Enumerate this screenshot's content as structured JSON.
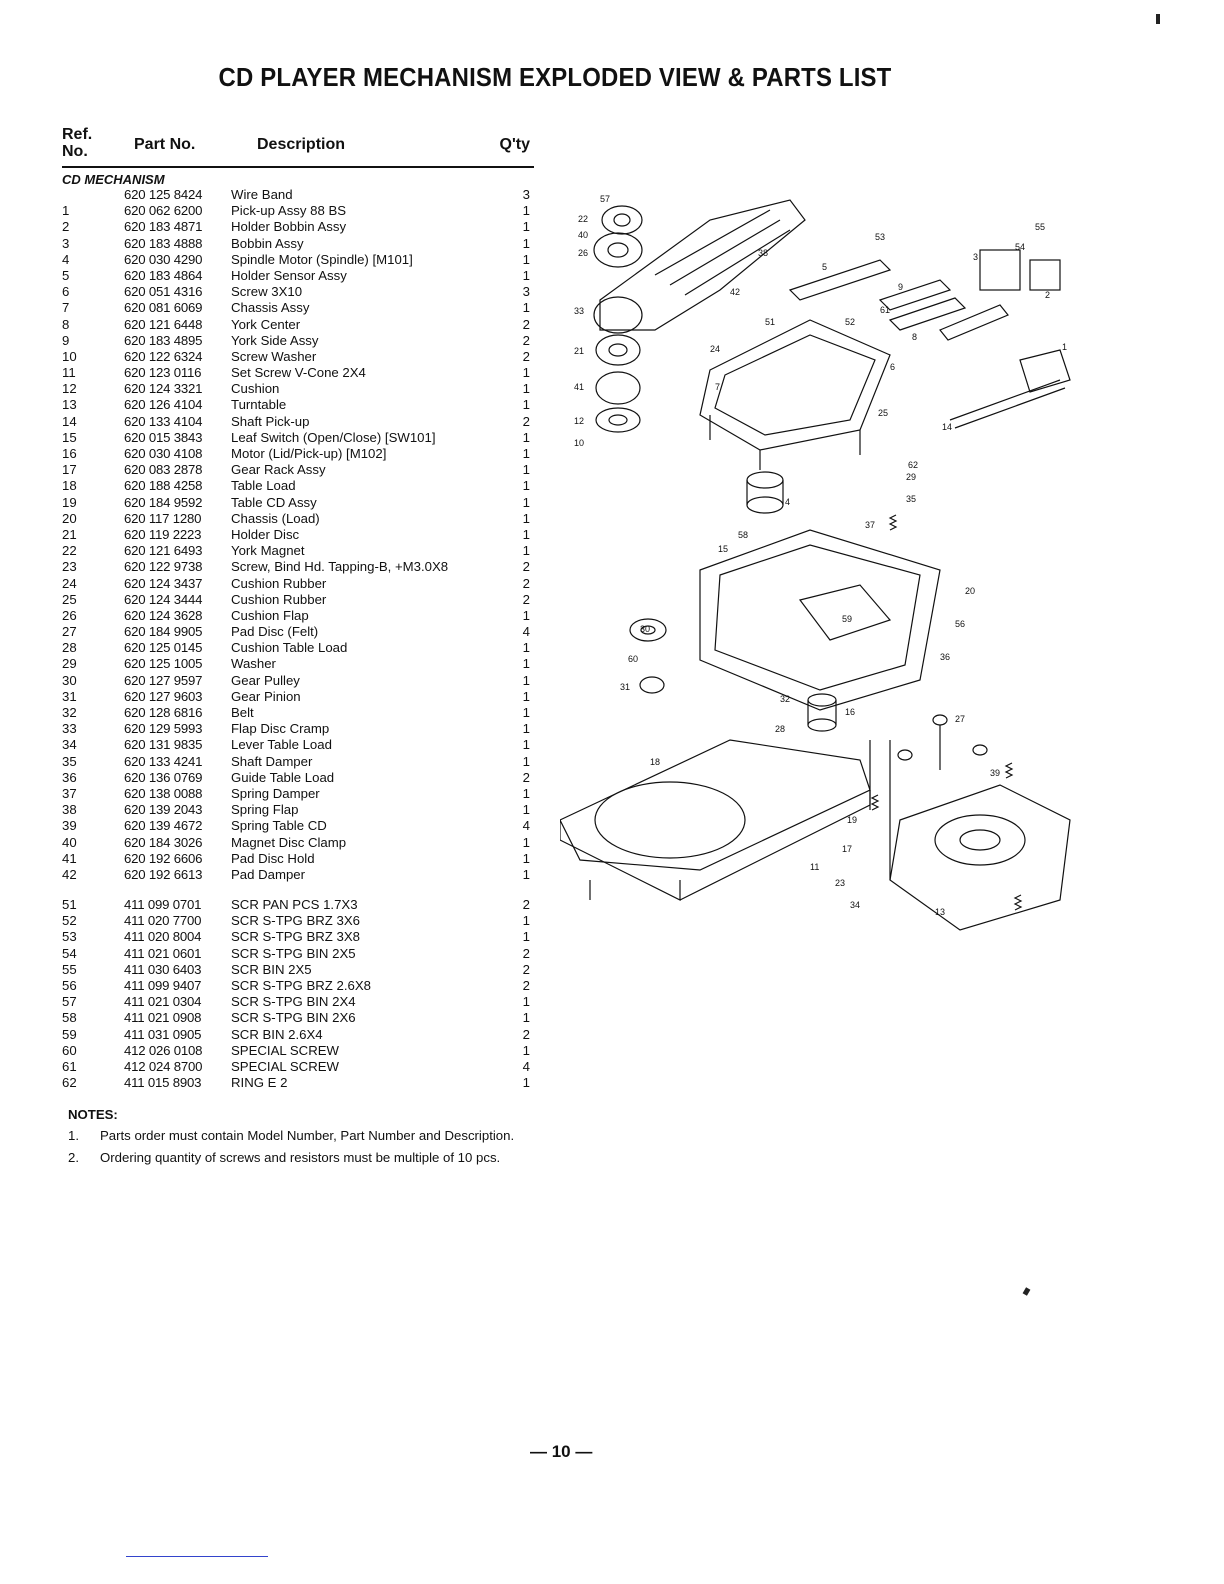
{
  "title": "CD PLAYER MECHANISM EXPLODED VIEW & PARTS LIST",
  "table": {
    "headers": {
      "ref": "Ref.\nNo.",
      "part": "Part No.",
      "desc": "Description",
      "qty": "Q'ty"
    },
    "section": "CD MECHANISM",
    "rows_a": [
      {
        "ref": "",
        "part": "620 125 8424",
        "desc": "Wire Band",
        "qty": "3"
      },
      {
        "ref": "1",
        "part": "620 062 6200",
        "desc": "Pick-up Assy 88 BS",
        "qty": "1"
      },
      {
        "ref": "2",
        "part": "620 183 4871",
        "desc": "Holder Bobbin Assy",
        "qty": "1"
      },
      {
        "ref": "3",
        "part": "620 183 4888",
        "desc": "Bobbin Assy",
        "qty": "1"
      },
      {
        "ref": "4",
        "part": "620 030 4290",
        "desc": "Spindle Motor (Spindle) [M101]",
        "qty": "1"
      },
      {
        "ref": "5",
        "part": "620 183 4864",
        "desc": "Holder Sensor Assy",
        "qty": "1"
      },
      {
        "ref": "6",
        "part": "620 051 4316",
        "desc": "Screw 3X10",
        "qty": "3"
      },
      {
        "ref": "7",
        "part": "620 081 6069",
        "desc": "Chassis Assy",
        "qty": "1"
      },
      {
        "ref": "8",
        "part": "620 121 6448",
        "desc": "York Center",
        "qty": "2"
      },
      {
        "ref": "9",
        "part": "620 183 4895",
        "desc": "York Side Assy",
        "qty": "2"
      },
      {
        "ref": "10",
        "part": "620 122 6324",
        "desc": "Screw Washer",
        "qty": "2"
      },
      {
        "ref": "11",
        "part": "620 123 0116",
        "desc": "Set Screw V-Cone 2X4",
        "qty": "1"
      },
      {
        "ref": "12",
        "part": "620 124 3321",
        "desc": "Cushion",
        "qty": "1"
      },
      {
        "ref": "13",
        "part": "620 126 4104",
        "desc": "Turntable",
        "qty": "1"
      },
      {
        "ref": "14",
        "part": "620 133 4104",
        "desc": "Shaft Pick-up",
        "qty": "2"
      },
      {
        "ref": "15",
        "part": "620 015 3843",
        "desc": "Leaf Switch (Open/Close) [SW101]",
        "qty": "1"
      },
      {
        "ref": "16",
        "part": "620 030 4108",
        "desc": "Motor (Lid/Pick-up) [M102]",
        "qty": "1"
      },
      {
        "ref": "17",
        "part": "620 083 2878",
        "desc": "Gear Rack Assy",
        "qty": "1"
      },
      {
        "ref": "18",
        "part": "620 188 4258",
        "desc": "Table Load",
        "qty": "1"
      },
      {
        "ref": "19",
        "part": "620 184 9592",
        "desc": "Table CD Assy",
        "qty": "1"
      },
      {
        "ref": "20",
        "part": "620 117 1280",
        "desc": "Chassis (Load)",
        "qty": "1"
      },
      {
        "ref": "21",
        "part": "620 119 2223",
        "desc": "Holder Disc",
        "qty": "1"
      },
      {
        "ref": "22",
        "part": "620 121 6493",
        "desc": "York Magnet",
        "qty": "1"
      },
      {
        "ref": "23",
        "part": "620 122 9738",
        "desc": "Screw, Bind Hd. Tapping-B, +M3.0X8",
        "qty": "2"
      },
      {
        "ref": "24",
        "part": "620 124 3437",
        "desc": "Cushion Rubber",
        "qty": "2"
      },
      {
        "ref": "25",
        "part": "620 124 3444",
        "desc": "Cushion Rubber",
        "qty": "2"
      },
      {
        "ref": "26",
        "part": "620 124 3628",
        "desc": "Cushion Flap",
        "qty": "1"
      },
      {
        "ref": "27",
        "part": "620 184 9905",
        "desc": "Pad Disc (Felt)",
        "qty": "4"
      },
      {
        "ref": "28",
        "part": "620 125 0145",
        "desc": "Cushion Table Load",
        "qty": "1"
      },
      {
        "ref": "29",
        "part": "620 125 1005",
        "desc": "Washer",
        "qty": "1"
      },
      {
        "ref": "30",
        "part": "620 127 9597",
        "desc": "Gear Pulley",
        "qty": "1"
      },
      {
        "ref": "31",
        "part": "620 127 9603",
        "desc": "Gear Pinion",
        "qty": "1"
      },
      {
        "ref": "32",
        "part": "620 128 6816",
        "desc": "Belt",
        "qty": "1"
      },
      {
        "ref": "33",
        "part": "620 129 5993",
        "desc": "Flap Disc Cramp",
        "qty": "1"
      },
      {
        "ref": "34",
        "part": "620 131 9835",
        "desc": "Lever Table Load",
        "qty": "1"
      },
      {
        "ref": "35",
        "part": "620 133 4241",
        "desc": "Shaft Damper",
        "qty": "1"
      },
      {
        "ref": "36",
        "part": "620 136 0769",
        "desc": "Guide Table Load",
        "qty": "2"
      },
      {
        "ref": "37",
        "part": "620 138 0088",
        "desc": "Spring Damper",
        "qty": "1"
      },
      {
        "ref": "38",
        "part": "620 139 2043",
        "desc": "Spring Flap",
        "qty": "1"
      },
      {
        "ref": "39",
        "part": "620 139 4672",
        "desc": "Spring Table CD",
        "qty": "4"
      },
      {
        "ref": "40",
        "part": "620 184 3026",
        "desc": "Magnet Disc Clamp",
        "qty": "1"
      },
      {
        "ref": "41",
        "part": "620 192 6606",
        "desc": "Pad Disc Hold",
        "qty": "1"
      },
      {
        "ref": "42",
        "part": "620 192 6613",
        "desc": "Pad Damper",
        "qty": "1"
      }
    ],
    "rows_b": [
      {
        "ref": "51",
        "part": "411 099 0701",
        "desc": "SCR PAN PCS 1.7X3",
        "qty": "2"
      },
      {
        "ref": "52",
        "part": "411 020 7700",
        "desc": "SCR S-TPG BRZ 3X6",
        "qty": "1"
      },
      {
        "ref": "53",
        "part": "411 020 8004",
        "desc": "SCR S-TPG BRZ 3X8",
        "qty": "1"
      },
      {
        "ref": "54",
        "part": "411 021 0601",
        "desc": "SCR S-TPG BIN 2X5",
        "qty": "2"
      },
      {
        "ref": "55",
        "part": "411 030 6403",
        "desc": "SCR BIN 2X5",
        "qty": "2"
      },
      {
        "ref": "56",
        "part": "411 099 9407",
        "desc": "SCR S-TPG BRZ 2.6X8",
        "qty": "2"
      },
      {
        "ref": "57",
        "part": "411 021 0304",
        "desc": "SCR S-TPG BIN 2X4",
        "qty": "1"
      },
      {
        "ref": "58",
        "part": "411 021 0908",
        "desc": "SCR S-TPG BIN 2X6",
        "qty": "1"
      },
      {
        "ref": "59",
        "part": "411 031 0905",
        "desc": "SCR BIN 2.6X4",
        "qty": "2"
      },
      {
        "ref": "60",
        "part": "412 026 0108",
        "desc": "SPECIAL SCREW",
        "qty": "1"
      },
      {
        "ref": "61",
        "part": "412 024 8700",
        "desc": "SPECIAL SCREW",
        "qty": "4"
      },
      {
        "ref": "62",
        "part": "411 015 8903",
        "desc": "RING E 2",
        "qty": "1"
      }
    ]
  },
  "notes": {
    "heading": "NOTES:",
    "items": [
      {
        "num": "1.",
        "text": "Parts order must contain Model Number, Part Number and Description."
      },
      {
        "num": "2.",
        "text": "Ordering quantity of screws and resistors must be multiple of 10 pcs."
      }
    ]
  },
  "diagram_labels": [
    "57",
    "22",
    "40",
    "26",
    "33",
    "21",
    "41",
    "12",
    "10",
    "38",
    "42",
    "51",
    "61",
    "24",
    "7",
    "53",
    "5",
    "52",
    "9",
    "8",
    "3",
    "54",
    "55",
    "2",
    "1",
    "6",
    "25",
    "14",
    "4",
    "62",
    "29",
    "35",
    "37",
    "58",
    "15",
    "20",
    "30",
    "60",
    "31",
    "59",
    "56",
    "36",
    "32",
    "16",
    "28",
    "18",
    "27",
    "39",
    "19",
    "17",
    "23",
    "34",
    "11",
    "13"
  ],
  "page_number": "— 10 —"
}
